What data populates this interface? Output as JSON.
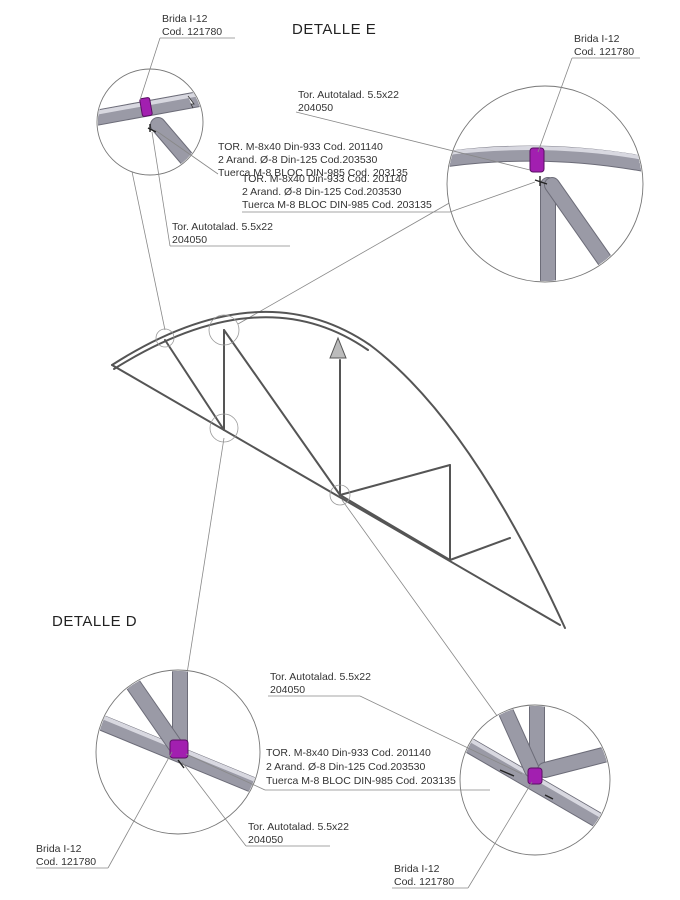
{
  "detail_e": {
    "title": "DETALLE E",
    "left_circle": {
      "brida_label": [
        "Brida I-12",
        "Cod. 121780"
      ],
      "bolt_label": [
        "TOR. M-8x40 Din-933 Cod. 201140",
        "2 Arand. Ø-8 Din-125 Cod.203530",
        "Tuerca M-8 BLOC DIN-985 Cod. 203135"
      ],
      "screw_label": [
        "Tor. Autotalad. 5.5x22",
        "204050"
      ]
    },
    "right_circle": {
      "brida_label": [
        "Brida I-12",
        "Cod. 121780"
      ],
      "screw_label": [
        "Tor. Autotalad. 5.5x22",
        "204050"
      ],
      "bolt_label": [
        "TOR. M-8x40 Din-933 Cod. 201140",
        "2 Arand. Ø-8 Din-125 Cod.203530",
        "Tuerca M-8 BLOC DIN-985 Cod. 203135"
      ]
    }
  },
  "detail_d": {
    "title": "DETALLE D",
    "left_circle": {
      "brida_label": [
        "Brida I-12",
        "Cod. 121780"
      ],
      "screw_label": [
        "Tor. Autotalad. 5.5x22",
        "204050"
      ],
      "bolt_label": [
        "TOR. M-8x40 Din-933 Cod. 201140",
        "2 Arand. Ø-8 Din-125 Cod.203530",
        "Tuerca M-8 BLOC DIN-985 Cod. 203135"
      ]
    },
    "right_circle": {
      "screw_label": [
        "Tor. Autotalad. 5.5x22",
        "204050"
      ],
      "brida_label": [
        "Brida I-12",
        "Cod. 121780"
      ]
    }
  },
  "colors": {
    "clamp": "#a21fb0",
    "tube": "#9a9aa6",
    "line": "#555555"
  }
}
